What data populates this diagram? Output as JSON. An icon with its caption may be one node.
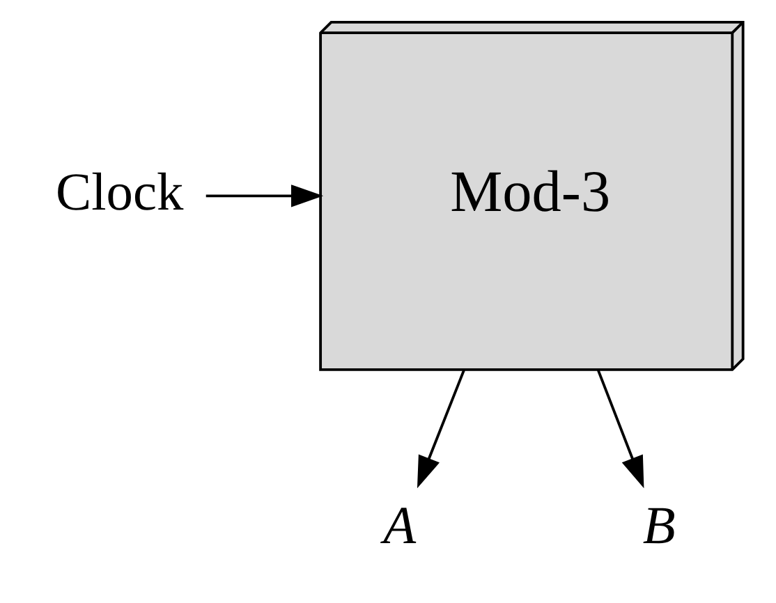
{
  "diagram": {
    "nodes": [
      {
        "text": [
          "Clock"
        ]
      },
      {
        "text": [
          "Mod-3"
        ]
      },
      {
        "text": [
          "A"
        ]
      },
      {
        "text": [
          "B"
        ]
      }
    ],
    "edges": [
      {
        "from": 0,
        "to": 1,
        "arrow": "to"
      },
      {
        "from": 1,
        "to": 2,
        "arrow": "to"
      },
      {
        "from": 1,
        "to": 3,
        "arrow": "to"
      }
    ]
  }
}
